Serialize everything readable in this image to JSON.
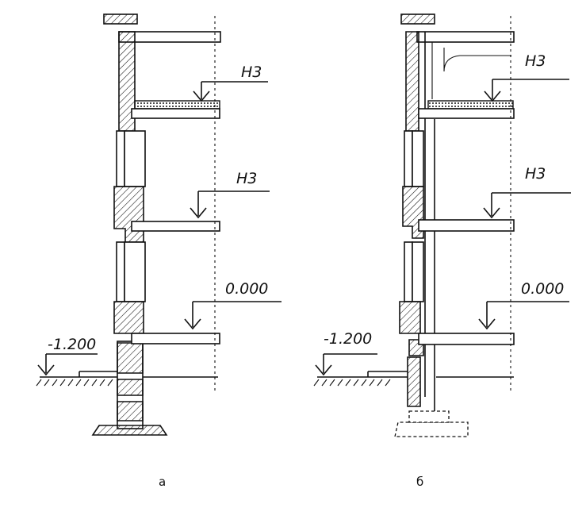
{
  "diagrams": [
    {
      "caption": "а",
      "levels": [
        {
          "label": "Н3"
        },
        {
          "label": "Н3"
        },
        {
          "label": "0.000"
        },
        {
          "label": "-1.200"
        }
      ]
    },
    {
      "caption": "б",
      "levels": [
        {
          "label": "Н3"
        },
        {
          "label": "Н3"
        },
        {
          "label": "0.000"
        },
        {
          "label": "-1.200"
        }
      ]
    }
  ]
}
